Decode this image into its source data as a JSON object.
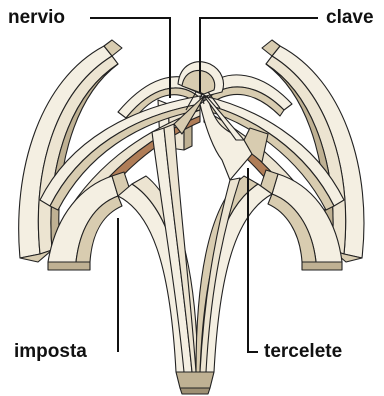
{
  "labels": {
    "nervio": "nervio",
    "clave": "clave",
    "imposta": "imposta",
    "tercelete": "tercelete"
  },
  "colors": {
    "stone_light": "#f4efe2",
    "stone_face": "#ece4d1",
    "stone_side": "#d8ccb0",
    "stone_shadow": "#bfb193",
    "rib_inner_brown": "#b07d57",
    "outline": "#222222",
    "leader_line": "#111111"
  }
}
